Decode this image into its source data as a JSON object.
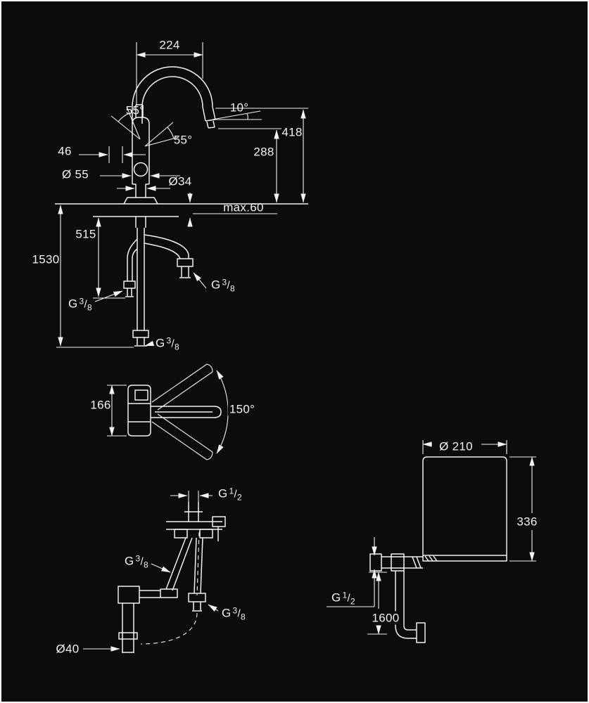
{
  "canvas": {
    "bg": "#0c0c0c",
    "line_color": "#f2f2f2",
    "frame_color": "#ffffff"
  },
  "threads": {
    "g38": {
      "base": "G",
      "sup": "3",
      "slash": "/",
      "sub": "8"
    },
    "g12": {
      "base": "G",
      "sup": "1",
      "slash": "/",
      "sub": "2"
    }
  },
  "front_view": {
    "dims": {
      "spout_reach": "224",
      "handle_angle_upper": "55°",
      "handle_angle_lower": "55°",
      "spout_angle": "10°",
      "total_height": "418",
      "outlet_height": "288",
      "handle_width": "46",
      "body_diameter": "Ø 55",
      "shank_diameter": "Ø34",
      "max_counter_thickness": "max.60",
      "hose_drop": "515",
      "hose_length": "1530"
    }
  },
  "top_view": {
    "dims": {
      "base_height": "166",
      "swivel_angle": "150°"
    }
  },
  "install_view": {
    "dims": {
      "drain_diameter": "Ø40"
    }
  },
  "boiler_view": {
    "dims": {
      "boiler_diameter": "Ø 210",
      "boiler_height": "336",
      "cord_length": "1600"
    }
  }
}
